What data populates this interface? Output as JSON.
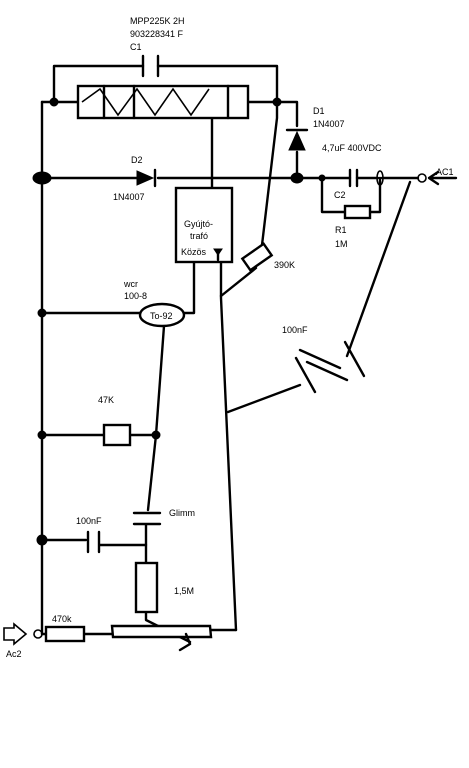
{
  "labels": {
    "c1_line1": "MPP225K 2H",
    "c1_line2": "903228341 F",
    "c1_name": "C1",
    "d1_name": "D1",
    "d1_type": "1N4007",
    "c2_rating": "4,7uF 400VDC",
    "ac1": "AC1",
    "d2_name": "D2",
    "d2_type": "1N4007",
    "c2_name": "C2",
    "r1_name": "R1",
    "r1_value": "1M",
    "transformer_line1": "Gyújtó-",
    "transformer_line2": "trafó",
    "transformer_line3": "Közös",
    "r390": "390K",
    "wcr_line1": "wcr",
    "wcr_line2": "100-8",
    "to92": "To-92",
    "c100_right": "100nF",
    "r47": "47K",
    "glimm": "Glimm",
    "c100_left": "100nF",
    "r15m": "1,5M",
    "r470": "470k",
    "ac2": "Ac2"
  }
}
